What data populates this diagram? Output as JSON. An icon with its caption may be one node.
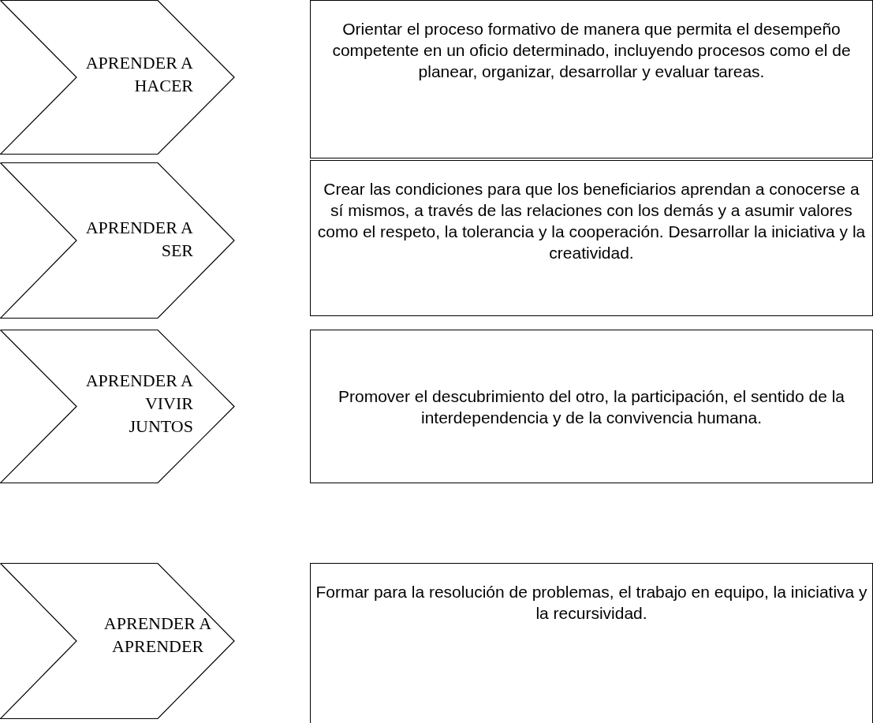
{
  "diagram": {
    "nodes": [
      {
        "text": [
          "APRENDER A HACER"
        ]
      },
      {
        "text": [
          "Orientar el proceso formativo de manera que permita el desempeño competente en un oficio determinado, incluyendo procesos como el de planear, organizar, desarrollar y evaluar tareas."
        ]
      },
      {
        "text": [
          "APRENDER A SER"
        ]
      },
      {
        "text": [
          "Crear las condiciones para que los beneficiarios aprendan a conocerse a sí mismos, a través de las relaciones con los demás y a asumir valores como el respeto, la tolerancia y la cooperación. Desarrollar la iniciativa y la creatividad."
        ]
      },
      {
        "text": [
          "APRENDER A VIVIR JUNTOS"
        ]
      },
      {
        "text": [
          "Promover el descubrimiento del otro, la participación, el sentido de la interdependencia y de la convivencia humana."
        ]
      },
      {
        "text": [
          "APRENDER A APRENDER"
        ]
      },
      {
        "text": [
          "Formar para la resolución de problemas, el trabajo en equipo, la iniciativa y la recursividad."
        ]
      }
    ]
  }
}
